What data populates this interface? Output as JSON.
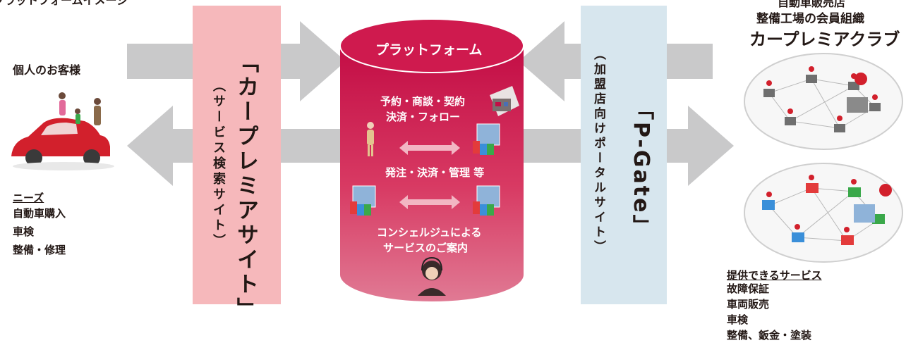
{
  "header": {
    "title": "プラットフォームイメージ"
  },
  "customer": {
    "title": "個人のお客様",
    "needs_heading": "ニーズ",
    "needs": [
      "自動車購入",
      "車検",
      "整備・修理"
    ]
  },
  "left_band": {
    "title": "「カープレミアサイト」",
    "subtitle": "（サービス検索サイト）"
  },
  "platform": {
    "title": "プラットフォーム",
    "line1": "予約・商談・契約",
    "line2": "決済・フォロー",
    "line3": "発注・決済・管理 等",
    "line4": "コンシェルジュによる",
    "line5": "サービスのご案内"
  },
  "right_band": {
    "title": "「P-Gate」",
    "subtitle": "（加盟店向けポータルサイト）"
  },
  "club": {
    "line1": "自動車販売店",
    "line2": "整備工場の会員組織",
    "name": "カープレミアクラブ",
    "services_heading": "提供できるサービス",
    "services": [
      "故障保証",
      "車両販売",
      "車検",
      "整備、鈑金・塗装"
    ]
  },
  "colors": {
    "arrow": "#c9c9ca",
    "platform": "#c30d45",
    "platform_top": "#cf1a4e",
    "left_band": "#f6b8bb",
    "right_band": "#d7e6ee",
    "pink_arrow": "#f2b6c3",
    "text": "#231815"
  }
}
